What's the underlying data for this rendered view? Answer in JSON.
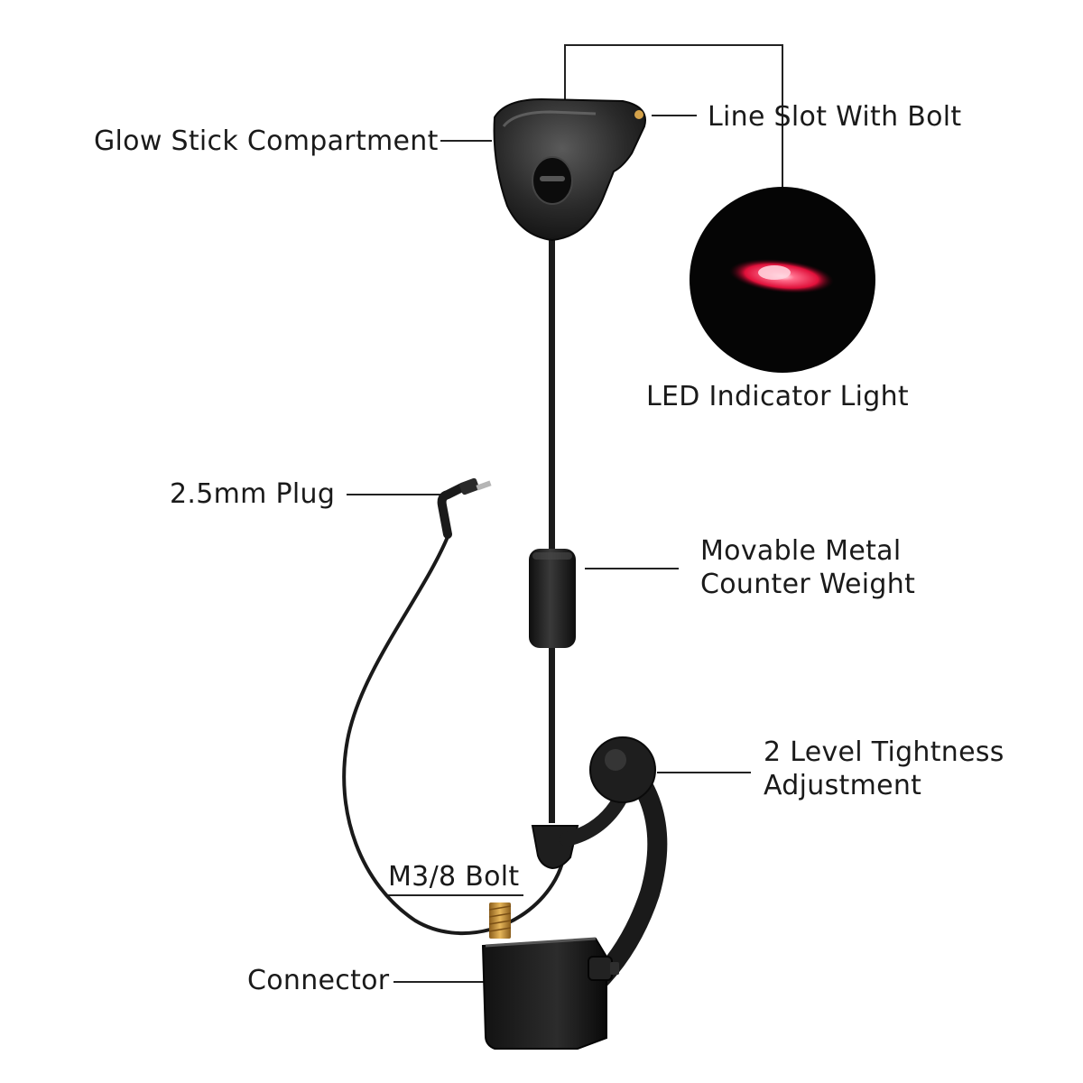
{
  "labels": {
    "glow_stick": "Glow Stick Compartment",
    "line_slot": "Line Slot With Bolt",
    "led": "LED Indicator Light",
    "plug": "2.5mm Plug",
    "weight_line1": "Movable Metal",
    "weight_line2": "Counter Weight",
    "tightness_line1": "2 Level Tightness",
    "tightness_line2": "Adjustment",
    "bolt": "M3/8 Bolt",
    "connector": "Connector"
  },
  "colors": {
    "background": "#ffffff",
    "text": "#1a1a1a",
    "leader_line": "#222222",
    "body_dark": "#1c1c1c",
    "led_red": "#ff2a55",
    "brass": "#c8913a"
  }
}
